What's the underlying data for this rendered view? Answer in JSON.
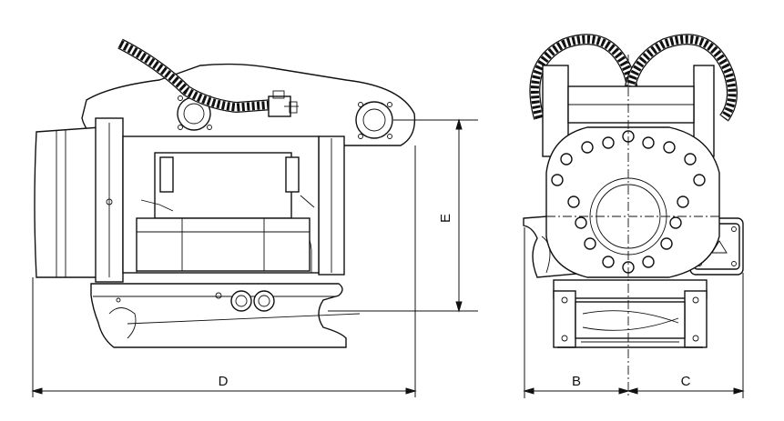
{
  "dimensions": {
    "d_label": "D",
    "e_label": "E",
    "b_label": "B",
    "c_label": "C"
  },
  "colors": {
    "line": "#111111",
    "background": "#ffffff"
  }
}
